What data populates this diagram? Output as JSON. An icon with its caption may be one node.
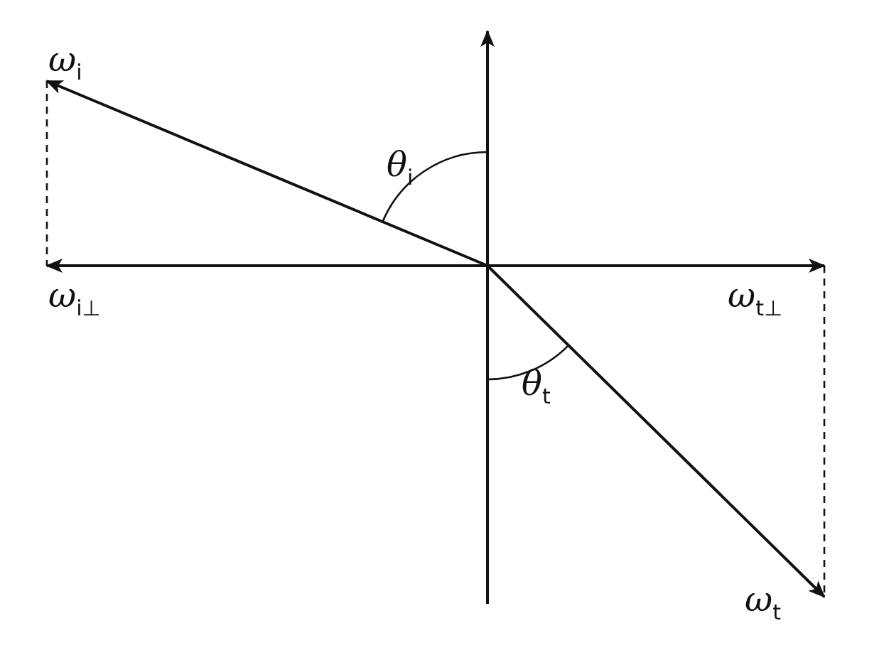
{
  "diagram": {
    "nodes": [
      {
        "text": [
          "ω$_{i}$"
        ]
      },
      {
        "text": [
          "ω$_{i⊥}$"
        ]
      },
      {
        "text": [
          "ω$_{t⊥}$"
        ]
      },
      {
        "text": [
          "ω$_{t}$"
        ]
      }
    ],
    "edges": [
      {
        "from": null,
        "to": 0,
        "arrow": "to"
      },
      {
        "from": null,
        "to": 1,
        "arrow": "to"
      },
      {
        "from": null,
        "to": 2,
        "arrow": "to"
      },
      {
        "from": null,
        "to": 3,
        "arrow": "to"
      },
      {
        "from": 0,
        "to": 1,
        "arrow": "none",
        "style": "dashed"
      },
      {
        "from": 2,
        "to": 3,
        "arrow": "none",
        "style": "dashed"
      }
    ],
    "labels": [
      "θ$_{i}$",
      "θ$_{t}$"
    ]
  }
}
